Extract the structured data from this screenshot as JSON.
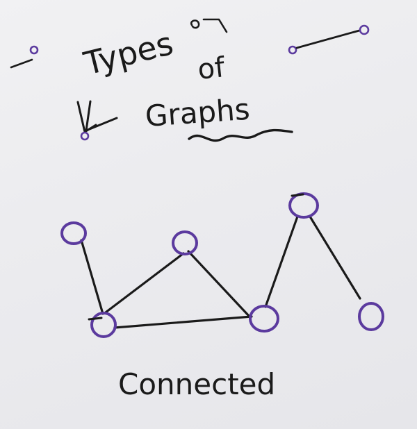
{
  "heading": {
    "word1": "Types",
    "word2": "of",
    "word3": "Graphs"
  },
  "caption": "Connected",
  "colors": {
    "ink": "#1a1a1a",
    "node": "#5b3a9e",
    "board": "#ececef"
  }
}
